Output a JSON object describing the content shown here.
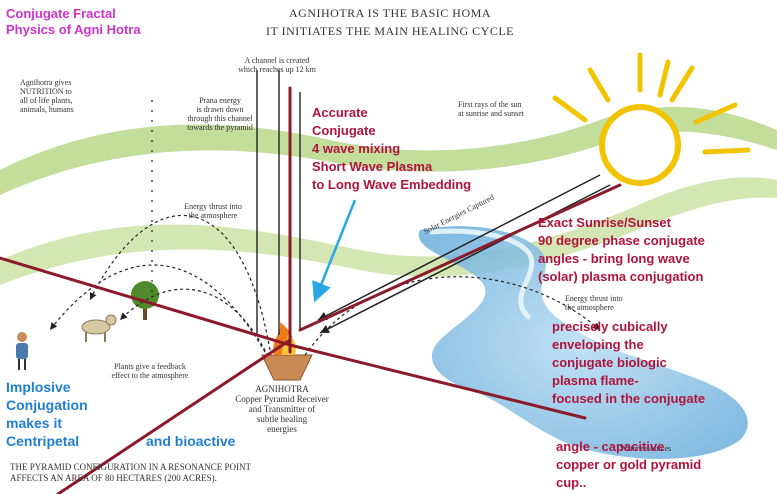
{
  "title": {
    "line1": "AGNIHOTRA IS THE BASIC HOMA",
    "line2": "IT INITIATES THE MAIN HEALING CYCLE"
  },
  "corner_label": "Conjugate Fractal\nPhysics of Agni Hotra",
  "small_labels": {
    "nutrition": "Agnihotra gives\nNUTRITION to\nall of life plants,\nanimals, humans",
    "channel": "A channel is created\nwhich reaches up 12 km",
    "prana": "Prana energy\nis drawn down\nthrough this channel\ntowards the pyramid",
    "energy_thrust_left": "Energy thrust into\nthe atmosphere",
    "first_rays": "First rays of the sun\nat sunrise and sunset",
    "solar_energies": "Solar Energies Captured",
    "energy_thrust_right": "Energy thrust into\nthe atmosphere",
    "plants_feedback": "Plants give a feedback\neffect to the atmosphere",
    "agnihotra_caption": "AGNIHOTRA\nCopper Pyramid Receiver\nand Transmitter of\nsubtle healing\nenergies",
    "water": "Water resources",
    "bottom": "THE PYRAMID CONFIGURATION IN A RESONANCE POINT\nAFFECTS AN AREA OF 80 HECTARES (200 ACRES)."
  },
  "annotations": {
    "accurate": "Accurate\nConjugate\n4 wave mixing\nShort Wave Plasma\nto Long Wave Embedding",
    "sunrise": "Exact Sunrise/Sunset\n90 degree phase conjugate\nangles - bring long wave\n(solar) plasma conjugation",
    "cubic": "precisely cubically\nenveloping the\nconjugate biologic\nplasma flame-\nfocused in the conjugate",
    "angle": "angle - capacitive\ncopper or gold pyramid\ncup..",
    "implosive": "Implosive\nConjugation\nmakes it\nCentripetal",
    "bioactive": "and bioactive"
  },
  "colors": {
    "heading_pink": "#cc33cc",
    "annotation_red": "#b0143c",
    "annotation_blue": "#1f7fd0",
    "sun_yellow": "#f2c400",
    "wave_green": "#9cc36a",
    "water_blue": "#8fc3e6"
  }
}
